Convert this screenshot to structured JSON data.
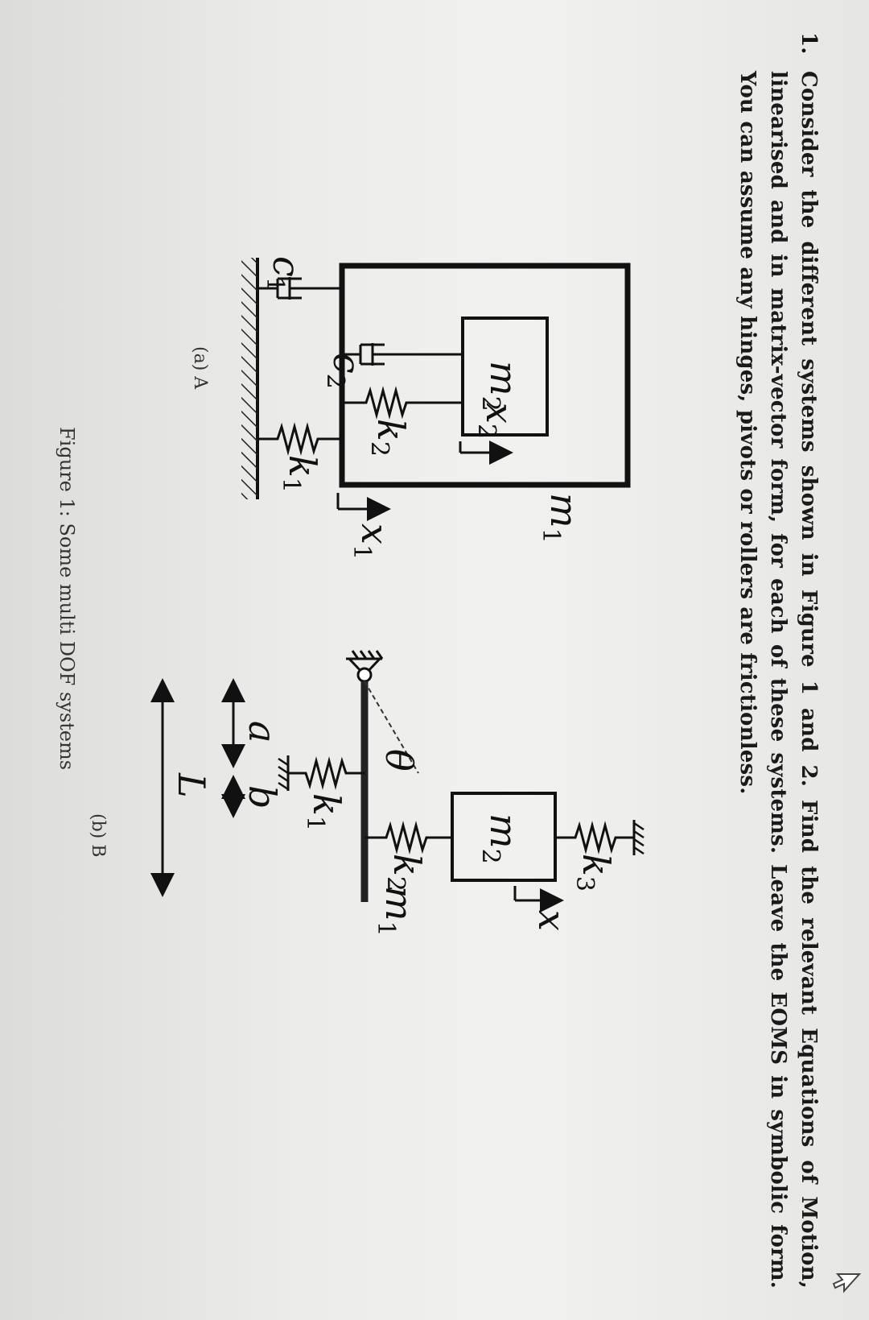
{
  "question": {
    "number": "1.",
    "text": "Consider the different systems shown in Figure 1 and 2. Find the relevant Equations of Motion, linearised and in matrix-vector form, for each of these systems. Leave the EOMS in symbolic form. You can assume any hinges, pivots or rollers are frictionless."
  },
  "figure_a": {
    "caption": "(a) A",
    "m1": {
      "base": "m",
      "sub": "1"
    },
    "m2": {
      "base": "m",
      "sub": "2"
    },
    "x1": {
      "base": "x",
      "sub": "1"
    },
    "x2": {
      "base": "x",
      "sub": "2"
    },
    "k1": {
      "base": "k",
      "sub": "1"
    },
    "k2": {
      "base": "k",
      "sub": "2"
    },
    "c1": {
      "base": "c",
      "sub": "1"
    },
    "c2": {
      "base": "c",
      "sub": "2"
    }
  },
  "figure_b": {
    "caption": "(b) B",
    "m1": {
      "base": "m",
      "sub": "1"
    },
    "m2": {
      "base": "m",
      "sub": "2"
    },
    "x": "x",
    "k1": {
      "base": "k",
      "sub": "1"
    },
    "k2": {
      "base": "k",
      "sub": "2"
    },
    "k3": {
      "base": "k",
      "sub": "3"
    },
    "theta": "θ",
    "a": "a",
    "b": "b",
    "L": "L"
  },
  "figure_caption": "Figure 1: Some multi DOF systems"
}
